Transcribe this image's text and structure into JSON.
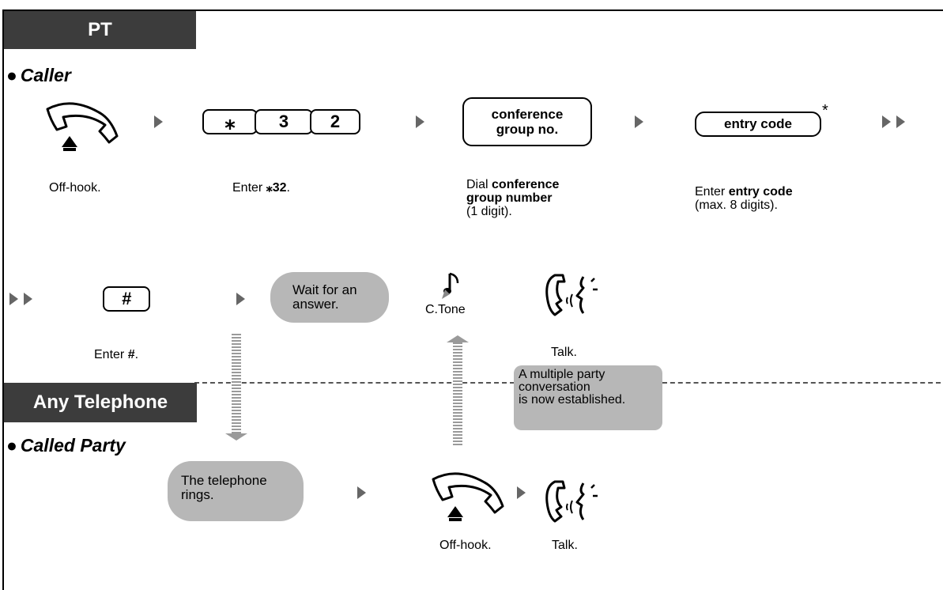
{
  "tabs": {
    "pt": "PT",
    "any": "Any Telephone"
  },
  "sections": {
    "caller": "Caller",
    "called": "Called Party",
    "bullet": "●"
  },
  "keys": {
    "star": "⁎",
    "three": "3",
    "two": "2",
    "group_line1": "conference",
    "group_line2": "group no.",
    "entry": "entry code",
    "entry_mark": "*",
    "hash": "#"
  },
  "steps": {
    "offhook": "Off-hook.",
    "enter_prefix": "Enter ",
    "enter_code": "⁎32",
    "period": ".",
    "dial_prefix": "Dial ",
    "dial_bold1": "conference",
    "dial_bold2": "group number",
    "dial_suffix": "(1 digit).",
    "entry_prefix": "Enter ",
    "entry_bold": "entry code",
    "entry_suffix": "(max. 8 digits).",
    "enter_hash_prefix": "Enter ",
    "enter_hash": "#",
    "ctone": "C.Tone",
    "talk": "Talk.",
    "offhook2": "Off-hook.",
    "talk2": "Talk."
  },
  "bubbles": {
    "wait_line1": "Wait for an",
    "wait_line2": "answer.",
    "rings_line1": "The telephone",
    "rings_line2": "rings."
  },
  "note": {
    "line1": "A multiple party",
    "line2": "conversation",
    "line3": "is now established."
  },
  "colors": {
    "tab_bg": "#3c3c3c",
    "bubble": "#b7b7b7",
    "arrow": "#666666"
  },
  "icons": [
    "offhook-handset-icon",
    "talk-icon",
    "confirmation-tone-icon",
    "ringing-arrow-icon"
  ]
}
